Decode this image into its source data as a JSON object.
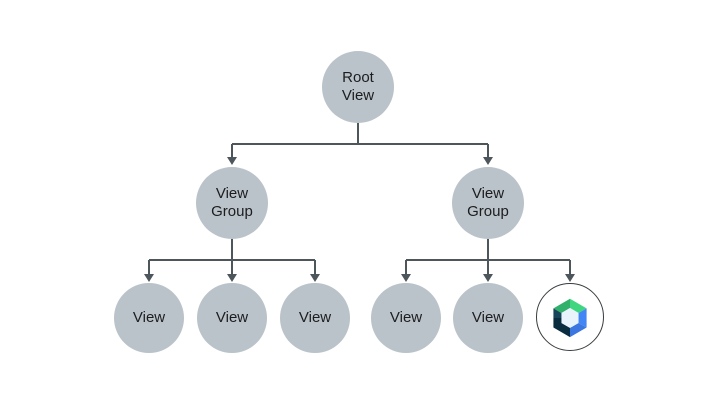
{
  "diagram": {
    "type": "tree",
    "description": "Android view hierarchy tree with a Jetpack Compose node as one leaf",
    "colors": {
      "background": "#ffffff",
      "node_fill": "#b9c3c9",
      "connector": "#4d565b",
      "text": "#1d1d1f",
      "compose_node_border": "#383d40",
      "compose_green_light": "#3fd67f",
      "compose_green_dark": "#30b06a",
      "compose_blue": "#4285f4",
      "compose_blue_dark": "#3c76e0",
      "compose_navy": "#0a2c3f",
      "compose_navy_light": "#16455a",
      "compose_inner": "#e8f3fb"
    },
    "nodes": {
      "root": {
        "label": "Root\nView"
      },
      "group": {
        "label": "View\nGroup"
      },
      "leaf": {
        "label": "View"
      }
    },
    "icons": {
      "compose_logo": "jetpack-compose-logo"
    },
    "structure": {
      "root_children": 2,
      "left_group_children": [
        "View",
        "View",
        "View"
      ],
      "right_group_children": [
        "View",
        "View",
        "jetpack-compose-logo"
      ]
    }
  }
}
